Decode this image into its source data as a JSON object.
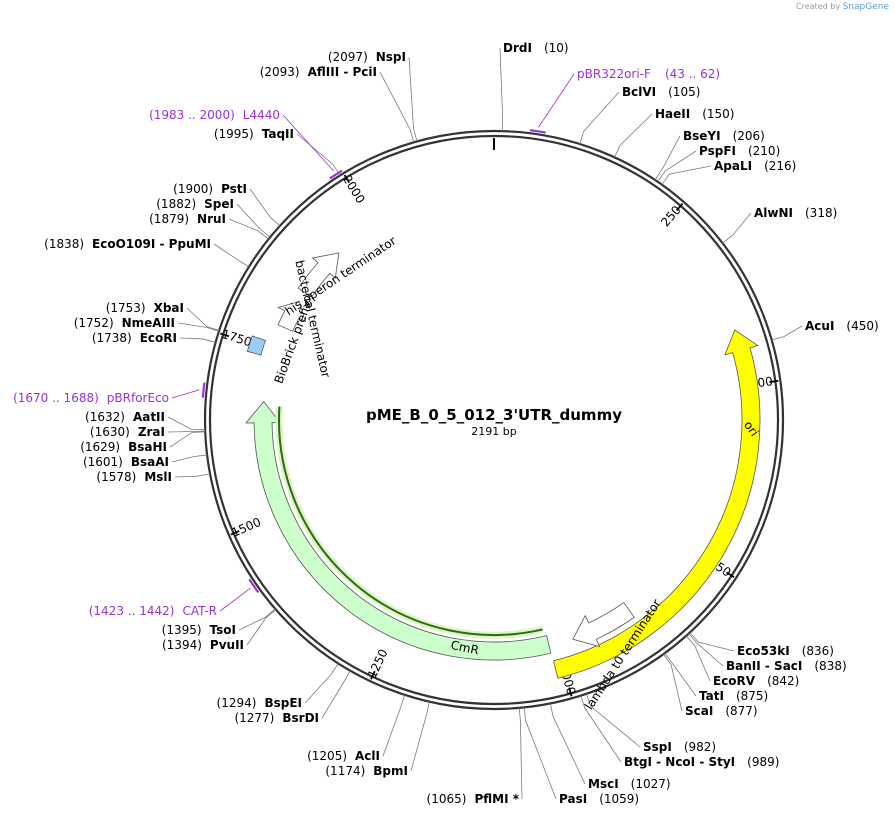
{
  "credit": {
    "created_by": "Created by",
    "brand": "SnapGene"
  },
  "plasmid": {
    "name": "pME_B_0_5_012_3'UTR_dummy",
    "size_label": "2191 bp",
    "length": 2191
  },
  "ticks": [
    "250",
    "500",
    "750",
    "1000",
    "1250",
    "1500",
    "1750",
    "2000"
  ],
  "features": [
    {
      "name": "ori",
      "start": 423,
      "end": 1011,
      "dir": "rev",
      "color": "#ffff00",
      "text": "ori"
    },
    {
      "name": "cmr",
      "start": 1012,
      "end": 1671,
      "dir": "fwd",
      "color": "#ccffcc",
      "text": "CmR"
    },
    {
      "name": "lambda-t0-terminator",
      "start": 880,
      "end": 975,
      "dir": "fwd",
      "color": "#ffffff",
      "text": "lambda t0 terminator"
    },
    {
      "name": "bacterial-terminator",
      "start": 1788,
      "end": 1834,
      "dir": "fwd",
      "color": "#ffffff",
      "text": "bacterial terminator"
    },
    {
      "name": "his-operon-terminator",
      "start": 1850,
      "end": 1930,
      "dir": "fwd",
      "color": "#ffffff",
      "text": "his operon terminator"
    },
    {
      "name": "biobrick-prefix",
      "start": 1738,
      "end": 1760,
      "dir": "none",
      "color": "#99ccff",
      "text": "BioBrick prefix"
    }
  ],
  "enzymes": [
    {
      "name": "DrdI",
      "pos": "(10)"
    },
    {
      "name": "BclVI",
      "pos": "(105)"
    },
    {
      "name": "HaeII",
      "pos": "(150)"
    },
    {
      "name": "BseYI",
      "pos": "(206)"
    },
    {
      "name": "PspFI",
      "pos": "(210)"
    },
    {
      "name": "ApaLI",
      "pos": "(216)"
    },
    {
      "name": "AlwNI",
      "pos": "(318)"
    },
    {
      "name": "AcuI",
      "pos": "(450)"
    },
    {
      "name": "Eco53kI",
      "pos": "(836)"
    },
    {
      "name": "BanII  -  SacI",
      "pos": "(838)"
    },
    {
      "name": "EcoRV",
      "pos": "(842)"
    },
    {
      "name": "TatI",
      "pos": "(875)"
    },
    {
      "name": "ScaI",
      "pos": "(877)"
    },
    {
      "name": "SspI",
      "pos": "(982)"
    },
    {
      "name": "BtgI  -  NcoI  -  StyI",
      "pos": "(989)"
    },
    {
      "name": "MscI",
      "pos": "(1027)"
    },
    {
      "name": "PasI",
      "pos": "(1059)"
    },
    {
      "name": "PflMI *",
      "pos": "(1065)"
    },
    {
      "name": "BpmI",
      "pos": "(1174)"
    },
    {
      "name": "AclI",
      "pos": "(1205)"
    },
    {
      "name": "BsrDI",
      "pos": "(1277)"
    },
    {
      "name": "BspEI",
      "pos": "(1294)"
    },
    {
      "name": "PvuII",
      "pos": "(1394)"
    },
    {
      "name": "TsoI",
      "pos": "(1395)"
    },
    {
      "name": "MslI",
      "pos": "(1578)"
    },
    {
      "name": "BsaAI",
      "pos": "(1601)"
    },
    {
      "name": "BsaHI",
      "pos": "(1629)"
    },
    {
      "name": "ZraI",
      "pos": "(1630)"
    },
    {
      "name": "AatII",
      "pos": "(1632)"
    },
    {
      "name": "EcoRI",
      "pos": "(1738)"
    },
    {
      "name": "NmeAIII",
      "pos": "(1752)"
    },
    {
      "name": "XbaI",
      "pos": "(1753)"
    },
    {
      "name": "EcoO109I  -  PpuMI",
      "pos": "(1838)"
    },
    {
      "name": "NruI",
      "pos": "(1879)"
    },
    {
      "name": "SpeI",
      "pos": "(1882)"
    },
    {
      "name": "PstI",
      "pos": "(1900)"
    },
    {
      "name": "TaqII",
      "pos": "(1995)"
    },
    {
      "name": "AflIII  -  PciI",
      "pos": "(2093)"
    },
    {
      "name": "NspI",
      "pos": "(2097)"
    }
  ],
  "primers": [
    {
      "name": "pBR322ori-F",
      "range": "(43 .. 62)"
    },
    {
      "name": "L4440",
      "range": "(1983 .. 2000)"
    },
    {
      "name": "pBRforEco",
      "range": "(1670 .. 1688)"
    },
    {
      "name": "CAT-R",
      "range": "(1423 .. 1442)"
    }
  ]
}
